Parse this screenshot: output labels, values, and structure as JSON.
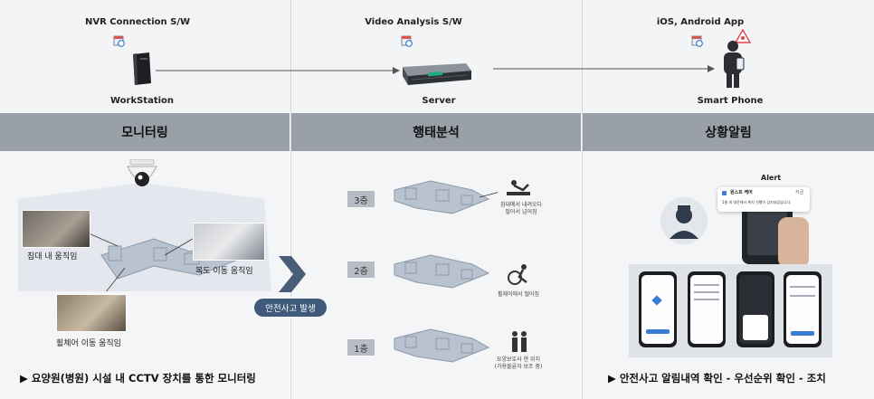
{
  "top": {
    "nvr_title": "NVR Connection S/W",
    "video_title": "Video Analysis S/W",
    "app_title": "iOS, Android App",
    "workstation_label": "WorkStation",
    "server_label": "Server",
    "phone_label": "Smart Phone"
  },
  "headers": {
    "monitoring": "모니터링",
    "analysis": "행태분석",
    "alert": "상황알림"
  },
  "monitoring": {
    "cam1_label": "침대 내 움직임",
    "cam2_label": "복도 이동 움직임",
    "cam3_label": "휠체어 이동 움직임",
    "footer": "▶ 요양원(병원) 시설 내 CCTV 장치를 통한 모니터링"
  },
  "event_pill": "안전사고 발생",
  "analysis": {
    "floors": [
      {
        "label": "3층",
        "desc": "침대에서 내려오다\n떨어서 넘어짐"
      },
      {
        "label": "2층",
        "desc": "휠체어에서 떨어짐"
      },
      {
        "label": "1층",
        "desc": "요양보호사 현 위치\n(가용볼륜자 보조 중)"
      }
    ]
  },
  "alert": {
    "title": "Alert",
    "notif_title": "원스트 케어",
    "notif_time": "지금",
    "notif_body": "1층 외 대문에서 위치 선행이 감지되었습니다.",
    "footer": "▶ 안전사고 알림내역 확인 - 우선순위 확인 - 조치"
  },
  "colors": {
    "band": "#9aa0a8",
    "pill": "#3f5a7a",
    "chevron": "#4a5d78"
  }
}
